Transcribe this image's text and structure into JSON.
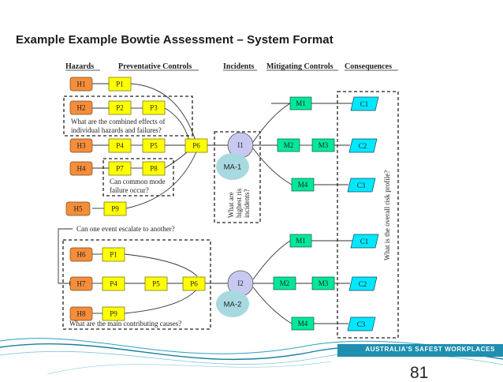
{
  "slide": {
    "title": "Example Example Bowtie Assessment – System Format",
    "page_number": "81",
    "footer_badge": "AUSTRALIA'S SAFEST WORKPLACES"
  },
  "columns": {
    "hazards": "Hazards",
    "preventative": "Preventative Controls",
    "incidents": "Incidents",
    "mitigating": "Mitigating Controls",
    "consequences": "Consequences"
  },
  "hazards": [
    "H1",
    "H2",
    "H3",
    "H4",
    "H5",
    "H6",
    "H7",
    "H8"
  ],
  "preventative": [
    "P1",
    "P2",
    "P3",
    "P4",
    "P5",
    "P6",
    "P7",
    "P8",
    "P9",
    "P1",
    "P4",
    "P5",
    "P6",
    "P9"
  ],
  "incidents": [
    "I1",
    "I2"
  ],
  "mitigating": [
    "M1",
    "M2",
    "M3",
    "M4",
    "M1",
    "M2",
    "M3",
    "M4"
  ],
  "consequences": [
    "C1",
    "C2",
    "C3",
    "C1",
    "C2",
    "C3"
  ],
  "annotations": [
    "MA-1",
    "MA-2"
  ],
  "questions": {
    "combined_1": "What are the combined effects of",
    "combined_2": "individual hazards and failures?",
    "common_1": "Can common mode",
    "common_2": "failure occur?",
    "escalate": "Can one event escalate to another?",
    "contributing": "What are the main contributing causes?",
    "highest_1": "What are",
    "highest_2": "highest ris",
    "highest_3": "incidents?",
    "overall": "What is the overall risk profile?"
  },
  "colors": {
    "hazard": "#f58d3a",
    "preventative": "#ffff00",
    "incident": "#c8c8f0",
    "mitigating": "#00e89a",
    "consequence": "#00e8ff",
    "annotation": "#a9d9e0",
    "footer": "#1f8fb0"
  }
}
